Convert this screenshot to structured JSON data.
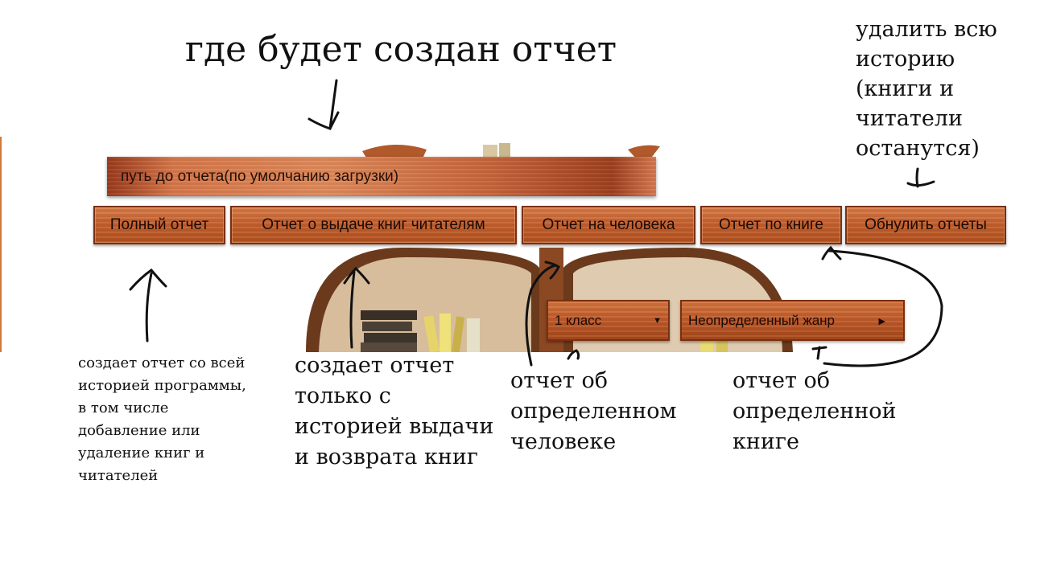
{
  "report_path": {
    "placeholder": "путь до отчета(по умолчанию загрузки)"
  },
  "buttons": {
    "full_report": "Полный отчет",
    "issue_report": "Отчет о выдаче книг читателям",
    "person_report": "Отчет на человека",
    "book_report": "Отчет по книге",
    "reset_reports": "Обнулить отчеты"
  },
  "selectors": {
    "class_value": "1 класс",
    "genre_value": "Неопределенный жанр"
  },
  "annotations": {
    "path_note": "где будет создан отчет",
    "reset_note": "удалить всю историю (книги и читатели останутся)",
    "full_note": "создает отчет со всей историей программы, в том числе добавление или удаление книг и читателей",
    "issue_note": "создает отчет только с историей выдачи и возврата книг",
    "person_note": "отчет об определенном человеке",
    "book_note": "отчет об определенной книге"
  },
  "colors": {
    "wood": "#c7612f",
    "wood_dark": "#7a2f10",
    "shelf_bg": "#dcc3a5"
  },
  "icons": {
    "dropdown": "triangle-down-icon",
    "shelf": "bookshelf-illustration"
  }
}
